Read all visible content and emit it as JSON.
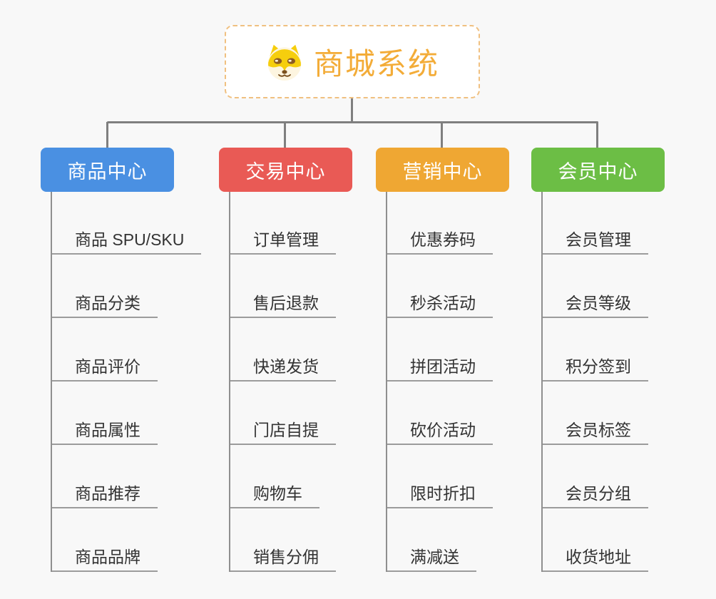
{
  "page": {
    "background": "#f8f8f8",
    "connector_color": "#7f7f7f",
    "underline_color": "#9c9c9c",
    "child_text_color": "#333333"
  },
  "root": {
    "title": "商城系统",
    "title_color": "#f3ac38",
    "border_color": "#f0c080",
    "icon": "doge-icon"
  },
  "branches": [
    {
      "label": "商品中心",
      "color": "#4a90e2",
      "children": [
        "商品 SPU/SKU",
        "商品分类",
        "商品评价",
        "商品属性",
        "商品推荐",
        "商品品牌"
      ]
    },
    {
      "label": "交易中心",
      "color": "#e95a55",
      "children": [
        "订单管理",
        "售后退款",
        "快递发货",
        "门店自提",
        "购物车",
        "销售分佣"
      ]
    },
    {
      "label": "营销中心",
      "color": "#efa733",
      "children": [
        "优惠券码",
        "秒杀活动",
        "拼团活动",
        "砍价活动",
        "限时折扣",
        "满减送"
      ]
    },
    {
      "label": "会员中心",
      "color": "#6cbe45",
      "children": [
        "会员管理",
        "会员等级",
        "积分签到",
        "会员标签",
        "会员分组",
        "收货地址"
      ]
    }
  ]
}
